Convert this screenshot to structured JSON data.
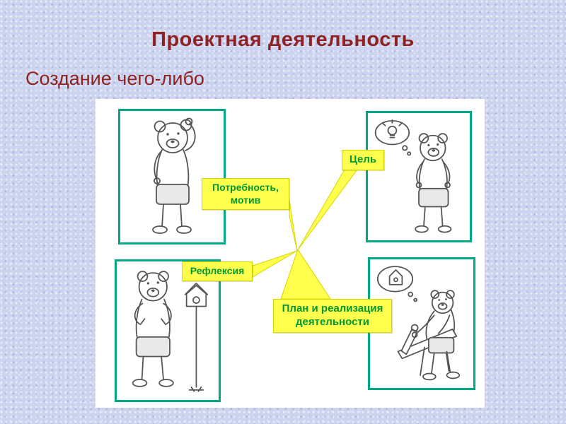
{
  "slide": {
    "title": "Проектная деятельность",
    "subtitle": "Создание чего-либо"
  },
  "diagram": {
    "labels": {
      "need": "Потребность,\nмотив",
      "goal": "Цель",
      "reflection": "Рефлексия",
      "plan": "План и реализация\nдеятельности"
    },
    "images": {
      "top_left": "bear-thinking",
      "top_right": "bear-idea-lightbulb",
      "bottom_left": "bear-proud-birdhouse",
      "bottom_right": "bear-sawing-plank"
    }
  },
  "colors": {
    "title_color": "#8f2323",
    "label_bg": "#ffff4d",
    "label_text": "#009933",
    "frame_border": "#00a884",
    "bg": "#ccd3ee"
  }
}
